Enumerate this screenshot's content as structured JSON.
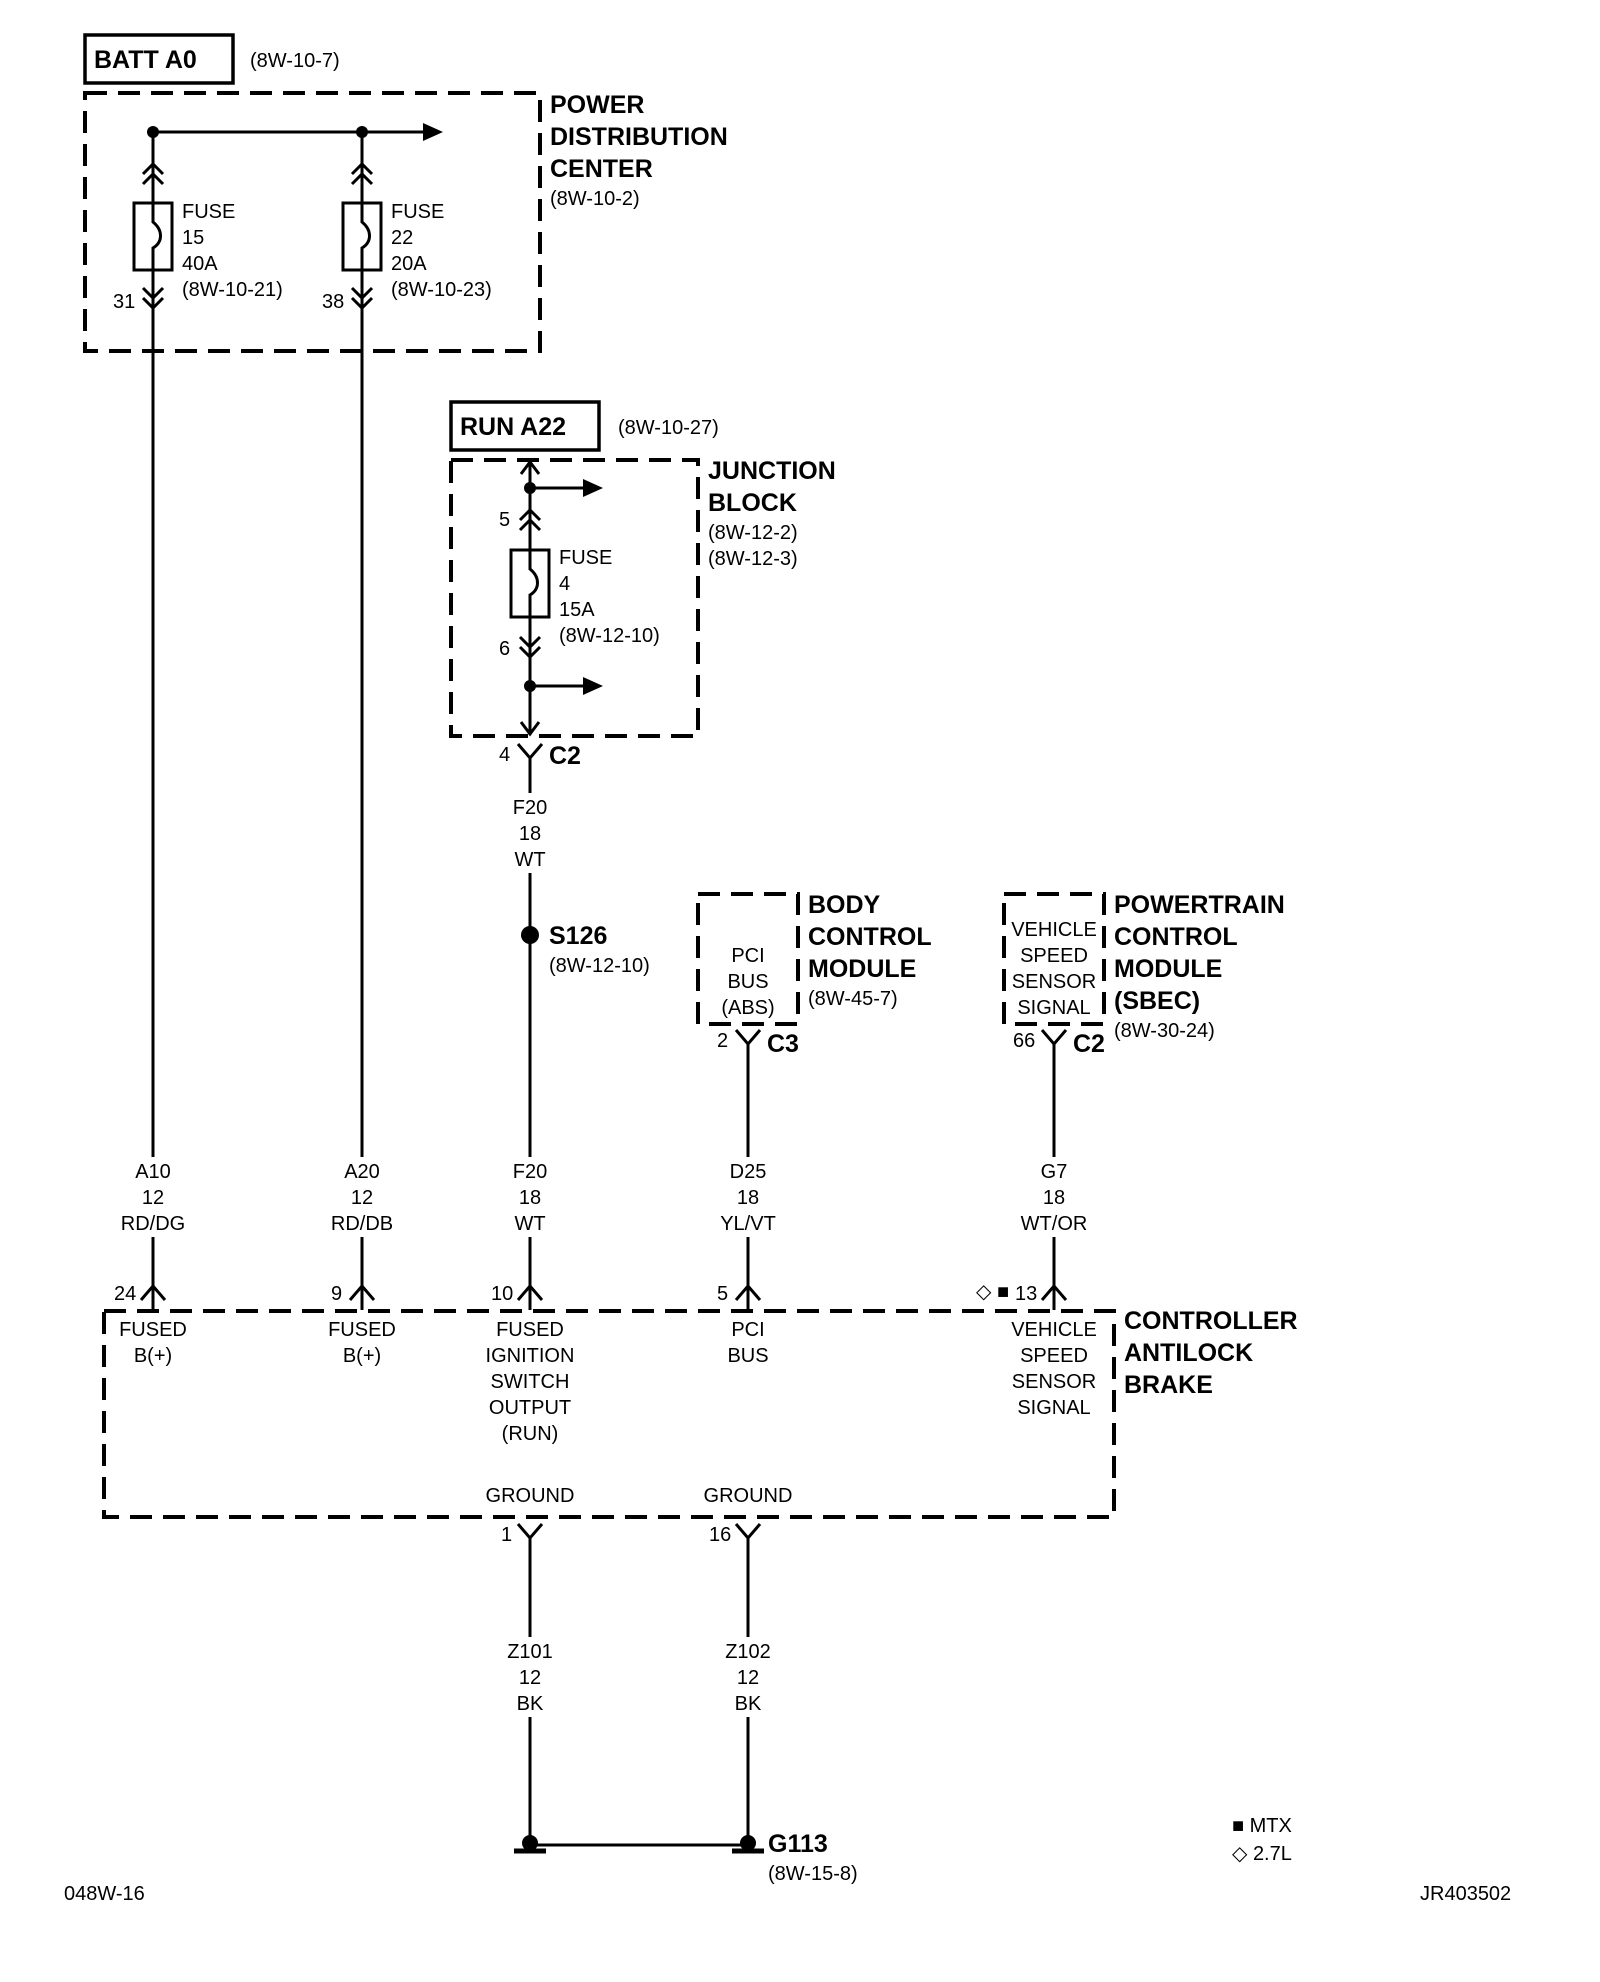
{
  "batt_label": "BATT A0",
  "batt_ref": "(8W-10-7)",
  "pdc": {
    "line1": "POWER",
    "line2": "DISTRIBUTION",
    "line3": "CENTER",
    "ref": "(8W-10-2)"
  },
  "fuse15": {
    "l1": "FUSE",
    "l2": "15",
    "l3": "40A",
    "ref": "(8W-10-21)",
    "pin": "31"
  },
  "fuse22": {
    "l1": "FUSE",
    "l2": "22",
    "l3": "20A",
    "ref": "(8W-10-23)",
    "pin": "38"
  },
  "run_label": "RUN A22",
  "run_ref": "(8W-10-27)",
  "jb": {
    "line1": "JUNCTION",
    "line2": "BLOCK",
    "ref1": "(8W-12-2)",
    "ref2": "(8W-12-3)"
  },
  "fuse4": {
    "l1": "FUSE",
    "l2": "4",
    "l3": "15A",
    "ref": "(8W-12-10)",
    "pin_in": "5",
    "pin_out": "6"
  },
  "jb_conn": {
    "pin": "4",
    "name": "C2"
  },
  "wire_f20_top": {
    "l1": "F20",
    "l2": "18",
    "l3": "WT"
  },
  "splice": {
    "name": "S126",
    "ref": "(8W-12-10)"
  },
  "bcm": {
    "inner1": "PCI",
    "inner2": "BUS",
    "inner3": "(ABS)",
    "line1": "BODY",
    "line2": "CONTROL",
    "line3": "MODULE",
    "ref": "(8W-45-7)",
    "pin": "2",
    "conn": "C3"
  },
  "pcm": {
    "inner1": "VEHICLE",
    "inner2": "SPEED",
    "inner3": "SENSOR",
    "inner4": "SIGNAL",
    "line1": "POWERTRAIN",
    "line2": "CONTROL",
    "line3": "MODULE",
    "line4": "(SBEC)",
    "ref": "(8W-30-24)",
    "pin": "66",
    "conn": "C2"
  },
  "wires": [
    {
      "l1": "A10",
      "l2": "12",
      "l3": "RD/DG"
    },
    {
      "l1": "A20",
      "l2": "12",
      "l3": "RD/DB"
    },
    {
      "l1": "F20",
      "l2": "18",
      "l3": "WT"
    },
    {
      "l1": "D25",
      "l2": "18",
      "l3": "YL/VT"
    },
    {
      "l1": "G7",
      "l2": "18",
      "l3": "WT/OR"
    }
  ],
  "cab_pins": [
    "24",
    "9",
    "10",
    "5",
    "13"
  ],
  "cab_pin13_marks": "◇ ■",
  "cab_terms": {
    "t1a": "FUSED",
    "t1b": "B(+)",
    "t2a": "FUSED",
    "t2b": "B(+)",
    "t3a": "FUSED",
    "t3b": "IGNITION",
    "t3c": "SWITCH",
    "t3d": "OUTPUT",
    "t3e": "(RUN)",
    "t4a": "PCI",
    "t4b": "BUS",
    "t5a": "VEHICLE",
    "t5b": "SPEED",
    "t5c": "SENSOR",
    "t5d": "SIGNAL"
  },
  "cab": {
    "line1": "CONTROLLER",
    "line2": "ANTILOCK",
    "line3": "BRAKE"
  },
  "ground_terms": [
    "GROUND",
    "GROUND"
  ],
  "ground_pins": [
    "1",
    "16"
  ],
  "gwires": [
    {
      "l1": "Z101",
      "l2": "12",
      "l3": "BK"
    },
    {
      "l1": "Z102",
      "l2": "12",
      "l3": "BK"
    }
  ],
  "ground": {
    "name": "G113",
    "ref": "(8W-15-8)"
  },
  "legend": {
    "mtx": "■ MTX",
    "l27": "◇ 2.7L"
  },
  "footer_left": "048W-16",
  "footer_right": "JR403502"
}
